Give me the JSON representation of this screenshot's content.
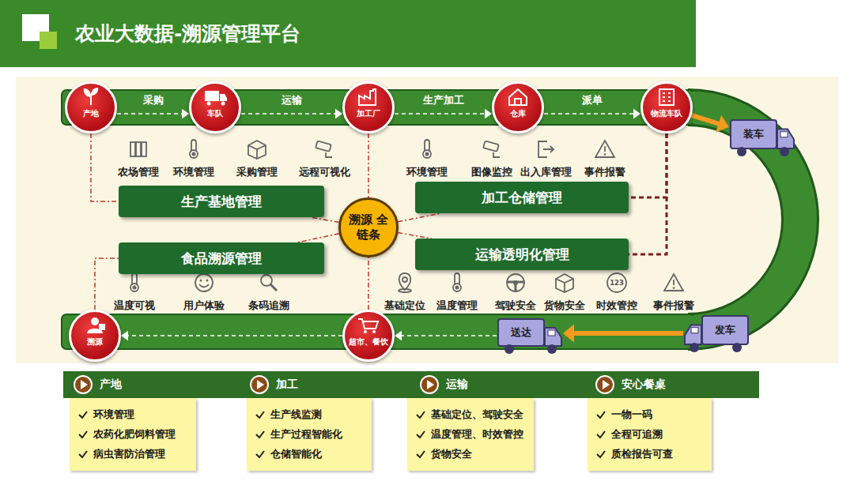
{
  "diagram": {
    "title": "农业大数据-溯源管理平台",
    "nodes": [
      {
        "text": [
          "产地"
        ]
      },
      {
        "text": [
          "车队"
        ]
      },
      {
        "text": [
          "加工厂"
        ]
      },
      {
        "text": [
          "仓库"
        ]
      },
      {
        "text": [
          "物流车队"
        ]
      },
      {
        "text": [
          "装车"
        ]
      },
      {
        "text": [
          "发车"
        ]
      },
      {
        "text": [
          "送达"
        ]
      },
      {
        "text": [
          "超市、餐饮"
        ]
      },
      {
        "text": [
          "溯源"
        ]
      },
      {
        "text": [
          "溯源 全链条"
        ]
      },
      {
        "text": [
          "生产基地管理"
        ]
      },
      {
        "text": [
          "加工仓储管理"
        ]
      },
      {
        "text": [
          "食品溯源管理"
        ]
      },
      {
        "text": [
          "运输透明化管理"
        ]
      },
      {
        "text": [
          "产地",
          "环境管理",
          "农药化肥饲料管理",
          "病虫害防治管理"
        ]
      },
      {
        "text": [
          "加工",
          "生产线监测",
          "生产过程智能化",
          "仓储智能化"
        ]
      },
      {
        "text": [
          "运输",
          "基础定位、驾驶安全",
          "温度管理、时效管控",
          "货物安全"
        ]
      },
      {
        "text": [
          "安心餐桌",
          "一物一码",
          "全程可追溯",
          "质检报告可查"
        ]
      }
    ],
    "edges": [
      {
        "from": 0,
        "to": 1,
        "label": "采购",
        "arrow": "to"
      },
      {
        "from": 1,
        "to": 2,
        "label": "运输",
        "arrow": "to"
      },
      {
        "from": 2,
        "to": 3,
        "label": "生产加工",
        "arrow": "to"
      },
      {
        "from": 3,
        "to": 4,
        "label": "派单",
        "arrow": "to"
      },
      {
        "from": 4,
        "to": 5,
        "arrow": "to"
      },
      {
        "from": 6,
        "to": 7,
        "arrow": "to"
      },
      {
        "from": 7,
        "to": 8,
        "arrow": "to"
      },
      {
        "from": 8,
        "to": 9,
        "arrow": "to"
      },
      {
        "from": 0,
        "to": 11,
        "arrow": "none"
      },
      {
        "from": 9,
        "to": 13,
        "arrow": "none"
      },
      {
        "from": 4,
        "to": 12,
        "arrow": "none"
      },
      {
        "from": 4,
        "to": 14,
        "arrow": "none"
      },
      {
        "from": 2,
        "to": 10,
        "arrow": "none"
      },
      {
        "from": 10,
        "to": 11,
        "arrow": "none"
      },
      {
        "from": 10,
        "to": 12,
        "arrow": "none"
      },
      {
        "from": 10,
        "to": 13,
        "arrow": "none"
      },
      {
        "from": 10,
        "to": 14,
        "arrow": "none"
      },
      {
        "from": 8,
        "to": 10,
        "arrow": "none"
      }
    ],
    "labels": [
      "农场管理",
      "环境管理",
      "采购管理",
      "远程可视化",
      "环境管理",
      "图像监控",
      "出入库管理",
      "事件报警",
      "温度可视",
      "用户体验",
      "条码追溯",
      "基础定位",
      "温度管理",
      "驾驶安全",
      "货物安全",
      "时效管控",
      "事件报警",
      "123"
    ]
  }
}
